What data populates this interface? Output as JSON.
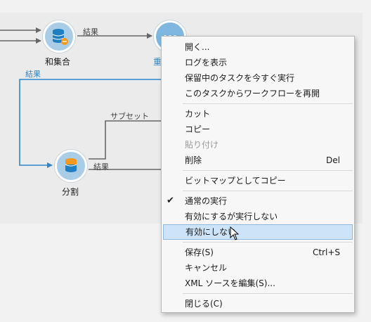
{
  "nodes": {
    "union_label": "和集合",
    "split_label": "分割",
    "partial_label": "重"
  },
  "links": {
    "result_top": "結果",
    "result_blue": "結果",
    "subset": "サブセット",
    "result_bottom": "結果"
  },
  "menu": {
    "open": "開く...",
    "show_log": "ログを表示",
    "run_pending": "保留中のタスクを今すぐ実行",
    "resume": "このタスクからワークフローを再開",
    "cut": "カット",
    "copy": "コピー",
    "paste": "貼り付け",
    "delete": "削除",
    "delete_shortcut": "Del",
    "copy_bitmap": "ビットマップとしてコピー",
    "normal_run": "通常の実行",
    "enable_no_run": "有効にするが実行しない",
    "disable": "有効にしない",
    "save": "保存(S)",
    "save_shortcut": "Ctrl+S",
    "cancel": "キャンセル",
    "edit_xml": "XML ソースを編集(S)...",
    "close": "閉じる(C)"
  },
  "colors": {
    "accent": "#2e86c9",
    "node_fill": "#a9cde6",
    "db_icon": "#1f7fc2",
    "badge_orange": "#f39a1e",
    "highlight": "#cde3f7"
  }
}
